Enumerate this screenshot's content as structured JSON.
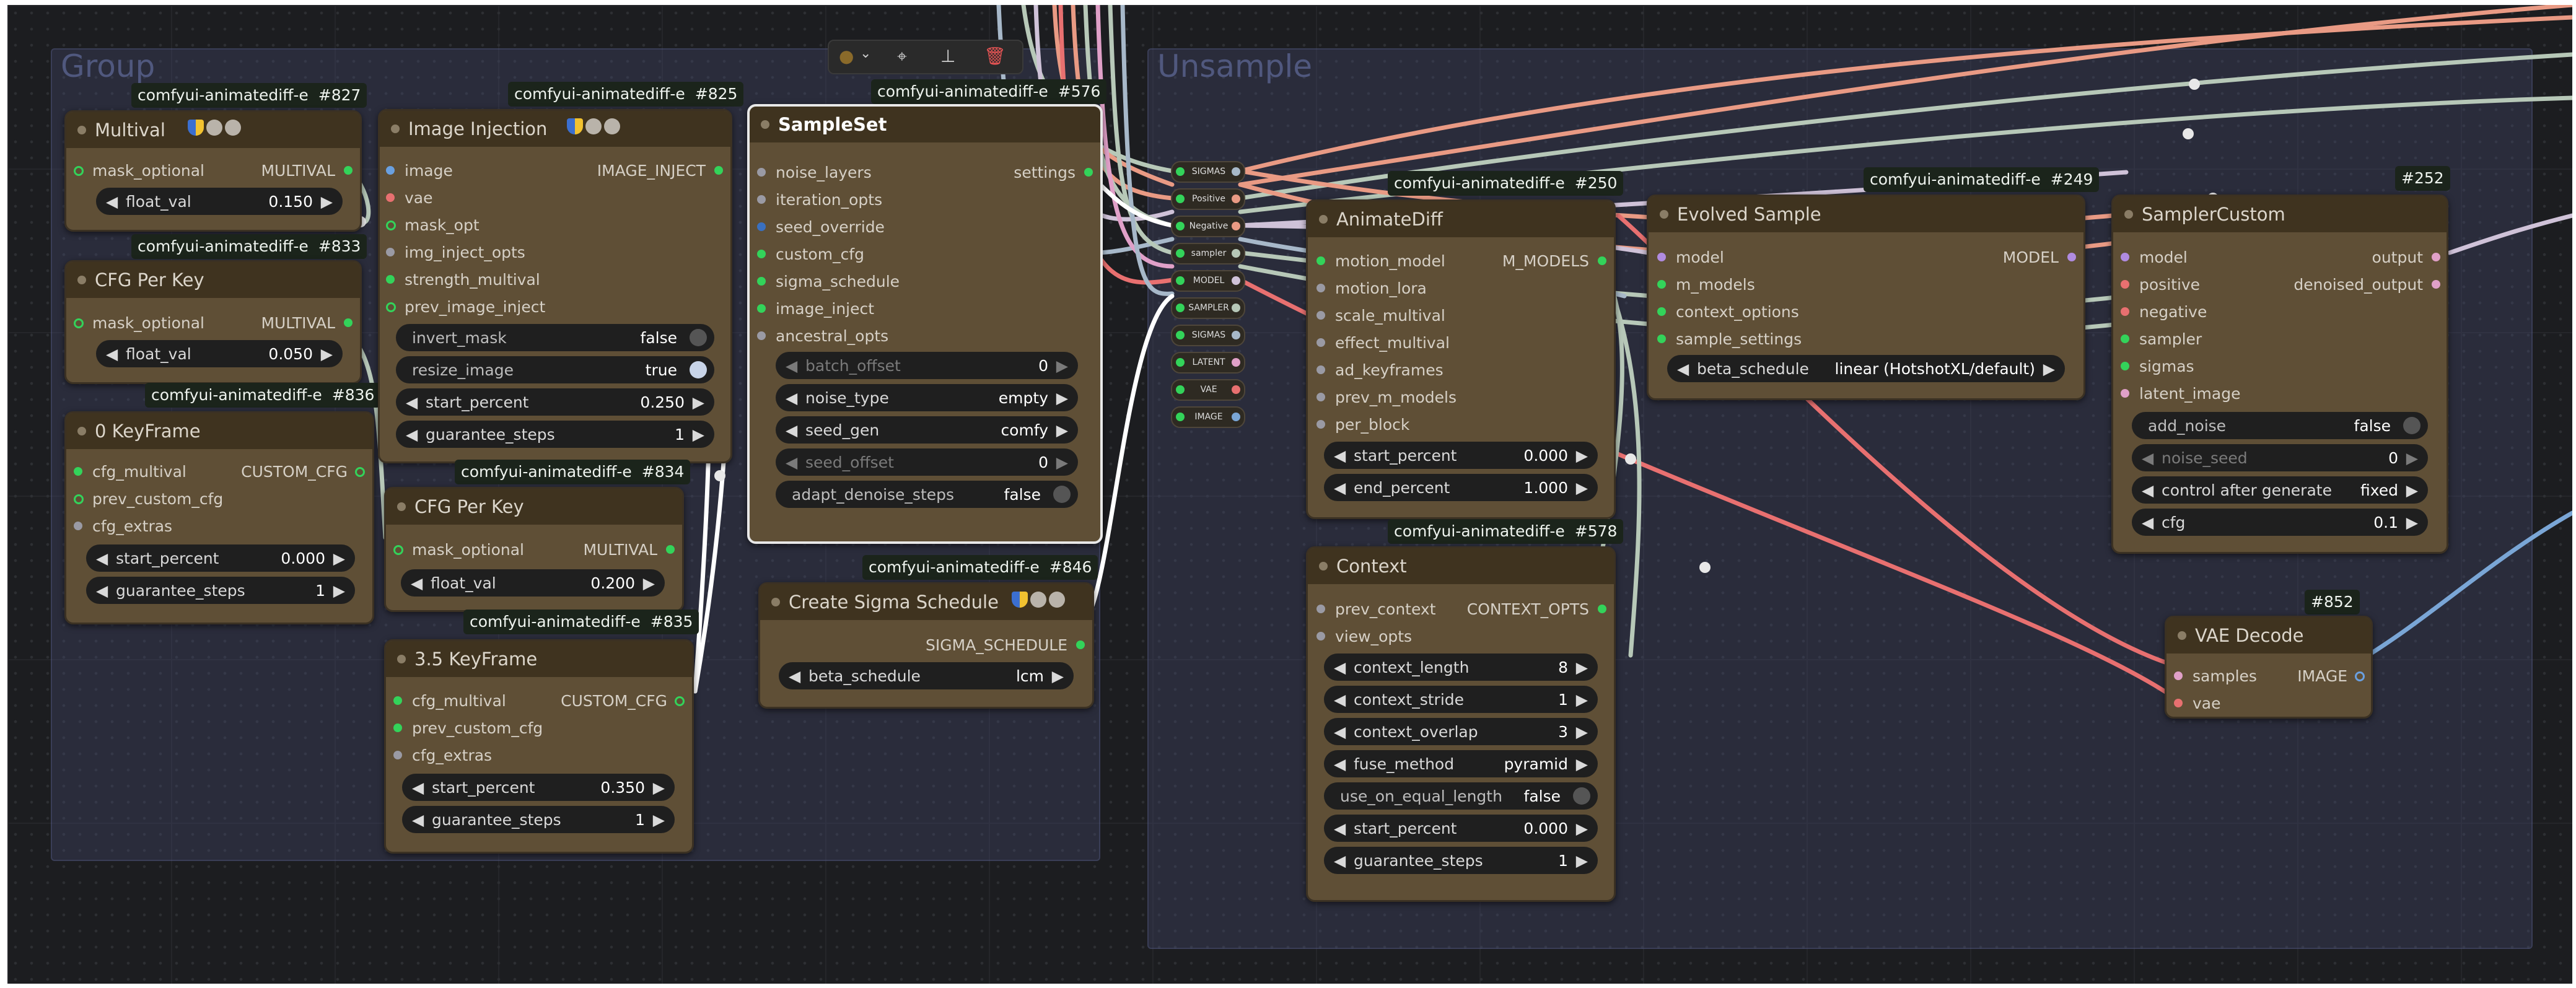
{
  "toolbar": {
    "color_icon": "●",
    "chevron_icon": "⌄",
    "pin_icon": "⌖",
    "bookmark_icon": "⊥",
    "delete_icon": "🗑"
  },
  "groups": {
    "left": "Group",
    "right": "Unsample"
  },
  "reroute_labels": [
    "SIGMAS",
    "Positive",
    "Negative",
    "sampler",
    "MODEL",
    "SAMPLER",
    "SIGMAS",
    "LATENT",
    "VAE",
    "IMAGE"
  ],
  "nodes": {
    "multival": {
      "tag": "comfyui-animatediff-e",
      "num": "#827",
      "title": "Multival",
      "inputs": [
        "mask_optional"
      ],
      "outputs": [
        "MULTIVAL"
      ],
      "widgets": [
        {
          "label": "float_val",
          "value": "0.150"
        }
      ]
    },
    "cfg_per_key_1": {
      "tag": "comfyui-animatediff-e",
      "num": "#833",
      "title": "CFG Per Key",
      "inputs": [
        "mask_optional"
      ],
      "outputs": [
        "MULTIVAL"
      ],
      "widgets": [
        {
          "label": "float_val",
          "value": "0.050"
        }
      ]
    },
    "keyframe_0": {
      "tag": "comfyui-animatediff-e",
      "num": "#836",
      "title": "0 KeyFrame",
      "inputs": [
        "cfg_multival",
        "prev_custom_cfg",
        "cfg_extras"
      ],
      "outputs": [
        "CUSTOM_CFG"
      ],
      "widgets": [
        {
          "label": "start_percent",
          "value": "0.000"
        },
        {
          "label": "guarantee_steps",
          "value": "1"
        }
      ]
    },
    "image_injection": {
      "tag": "comfyui-animatediff-e",
      "num": "#825",
      "title": "Image Injection",
      "inputs": [
        "image",
        "vae",
        "mask_opt",
        "img_inject_opts",
        "strength_multival",
        "prev_image_inject"
      ],
      "outputs": [
        "IMAGE_INJECT"
      ],
      "widgets": [
        {
          "label": "invert_mask",
          "value": "false"
        },
        {
          "label": "resize_image",
          "value": "true"
        },
        {
          "label": "start_percent",
          "value": "0.250"
        },
        {
          "label": "guarantee_steps",
          "value": "1"
        }
      ]
    },
    "cfg_per_key_2": {
      "tag": "comfyui-animatediff-e",
      "num": "#834",
      "title": "CFG Per Key",
      "inputs": [
        "mask_optional"
      ],
      "outputs": [
        "MULTIVAL"
      ],
      "widgets": [
        {
          "label": "float_val",
          "value": "0.200"
        }
      ]
    },
    "keyframe_35": {
      "tag": "comfyui-animatediff-e",
      "num": "#835",
      "title": "3.5 KeyFrame",
      "inputs": [
        "cfg_multival",
        "prev_custom_cfg",
        "cfg_extras"
      ],
      "outputs": [
        "CUSTOM_CFG"
      ],
      "widgets": [
        {
          "label": "start_percent",
          "value": "0.350"
        },
        {
          "label": "guarantee_steps",
          "value": "1"
        }
      ]
    },
    "sampleset": {
      "tag": "comfyui-animatediff-e",
      "num": "#576",
      "title": "SampleSet",
      "inputs": [
        "noise_layers",
        "iteration_opts",
        "seed_override",
        "custom_cfg",
        "sigma_schedule",
        "image_inject",
        "ancestral_opts"
      ],
      "outputs": [
        "settings"
      ],
      "widgets": [
        {
          "label": "batch_offset",
          "value": "0"
        },
        {
          "label": "noise_type",
          "value": "empty"
        },
        {
          "label": "seed_gen",
          "value": "comfy"
        },
        {
          "label": "seed_offset",
          "value": "0"
        },
        {
          "label": "adapt_denoise_steps",
          "value": "false"
        }
      ]
    },
    "sigma_schedule": {
      "tag": "comfyui-animatediff-e",
      "num": "#846",
      "title": "Create Sigma Schedule",
      "outputs": [
        "SIGMA_SCHEDULE"
      ],
      "widgets": [
        {
          "label": "beta_schedule",
          "value": "lcm"
        }
      ]
    },
    "animatediff": {
      "tag": "comfyui-animatediff-e",
      "num": "#250",
      "title": "AnimateDiff",
      "inputs": [
        "motion_model",
        "motion_lora",
        "scale_multival",
        "effect_multival",
        "ad_keyframes",
        "prev_m_models",
        "per_block"
      ],
      "outputs": [
        "M_MODELS"
      ],
      "widgets": [
        {
          "label": "start_percent",
          "value": "0.000"
        },
        {
          "label": "end_percent",
          "value": "1.000"
        }
      ]
    },
    "context": {
      "tag": "comfyui-animatediff-e",
      "num": "#578",
      "title": "Context",
      "inputs": [
        "prev_context",
        "view_opts"
      ],
      "outputs": [
        "CONTEXT_OPTS"
      ],
      "widgets": [
        {
          "label": "context_length",
          "value": "8"
        },
        {
          "label": "context_stride",
          "value": "1"
        },
        {
          "label": "context_overlap",
          "value": "3"
        },
        {
          "label": "fuse_method",
          "value": "pyramid"
        },
        {
          "label": "use_on_equal_length",
          "value": "false"
        },
        {
          "label": "start_percent",
          "value": "0.000"
        },
        {
          "label": "guarantee_steps",
          "value": "1"
        }
      ]
    },
    "evolved_sample": {
      "tag": "comfyui-animatediff-e",
      "num": "#249",
      "title": "Evolved Sample",
      "inputs": [
        "model",
        "m_models",
        "context_options",
        "sample_settings"
      ],
      "outputs": [
        "MODEL"
      ],
      "widgets": [
        {
          "label": "beta_schedule",
          "value": "linear (HotshotXL/default)"
        }
      ]
    },
    "sampler_custom": {
      "num": "#252",
      "title": "SamplerCustom",
      "inputs": [
        "model",
        "positive",
        "negative",
        "sampler",
        "sigmas",
        "latent_image"
      ],
      "outputs": [
        "output",
        "denoised_output"
      ],
      "widgets": [
        {
          "label": "add_noise",
          "value": "false"
        },
        {
          "label": "noise_seed",
          "value": "0"
        },
        {
          "label": "control after generate",
          "value": "fixed"
        },
        {
          "label": "cfg",
          "value": "0.1"
        }
      ]
    },
    "vae_decode": {
      "num": "#852",
      "title": "VAE Decode",
      "inputs": [
        "samples",
        "vae"
      ],
      "outputs": [
        "IMAGE"
      ]
    }
  }
}
